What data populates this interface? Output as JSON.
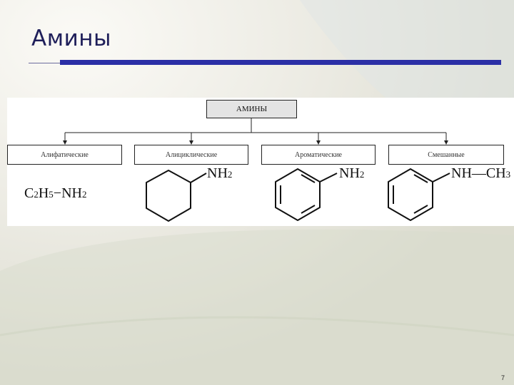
{
  "slide": {
    "title": "Амины",
    "page_number": "7"
  },
  "diagram": {
    "root": "АМИНЫ",
    "categories": [
      {
        "label": "Алифатические",
        "formula_parts": [
          "C",
          "2",
          "H",
          "5",
          "−NH",
          "2"
        ]
      },
      {
        "label": "Алициклические",
        "substituent": [
          "NH",
          "2"
        ]
      },
      {
        "label": "Ароматические",
        "substituent": [
          "NH",
          "2"
        ]
      },
      {
        "label": "Смешанные",
        "substituent": [
          "NH—CH",
          "3"
        ]
      }
    ]
  },
  "colors": {
    "title_text": "#1f1f5a",
    "accent_bar": "#2b2fa6",
    "background": "#ecebe3"
  }
}
